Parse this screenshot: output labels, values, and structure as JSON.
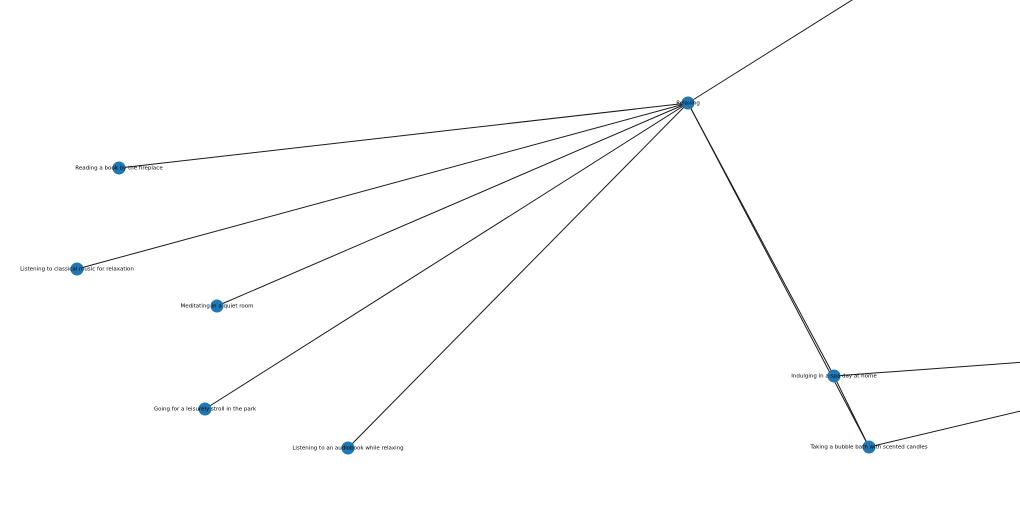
{
  "graph": {
    "node_color": "#1f77b4",
    "edge_color": "#1a1a1a",
    "nodes": [
      {
        "id": "relaxing",
        "label": "Relaxing"
      },
      {
        "id": "reading",
        "label": "Reading a book by the fireplace"
      },
      {
        "id": "classical",
        "label": "Listening to classical music for relaxation"
      },
      {
        "id": "meditating",
        "label": "Meditating in a quiet room"
      },
      {
        "id": "stroll",
        "label": "Going for a leisurely stroll in the park"
      },
      {
        "id": "audiobook",
        "label": "Listening to an audiobook while relaxing"
      },
      {
        "id": "spa",
        "label": "Indulging in a spa day at home"
      },
      {
        "id": "bubble",
        "label": "Taking a bubble bath with scented candles"
      }
    ],
    "edges": [
      [
        "relaxing",
        "reading"
      ],
      [
        "relaxing",
        "classical"
      ],
      [
        "relaxing",
        "meditating"
      ],
      [
        "relaxing",
        "stroll"
      ],
      [
        "relaxing",
        "audiobook"
      ],
      [
        "relaxing",
        "spa"
      ],
      [
        "relaxing",
        "bubble"
      ],
      [
        "spa",
        "bubble"
      ]
    ],
    "offscreen_edges": [
      {
        "from": "relaxing",
        "direction": "upper-right"
      },
      {
        "from": "spa",
        "direction": "right"
      },
      {
        "from": "bubble",
        "direction": "right"
      }
    ]
  }
}
